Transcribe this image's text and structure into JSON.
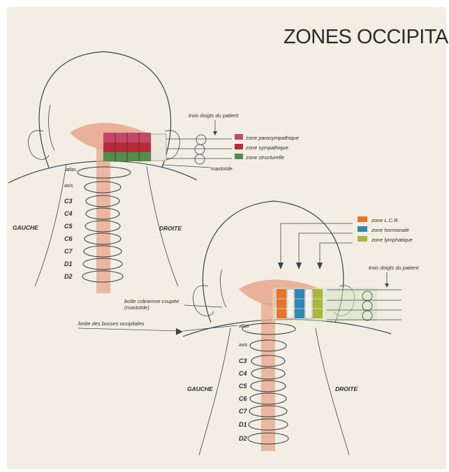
{
  "title": "ZONES OCCIPITALES",
  "colors": {
    "parasympathetic": "#c2486a",
    "sympathetic": "#b82a3a",
    "structural": "#4f8f4a",
    "lcr": "#e8742e",
    "hormonal": "#2f86b8",
    "lymphatic": "#a9b73a",
    "skull_base": "#e9a48c",
    "spinal_cord": "#e9a48c"
  },
  "upper_figure": {
    "side_left": "GAUCHE",
    "side_right": "DROITE",
    "vertebrae": [
      "atlas",
      "axis",
      "C3",
      "C4",
      "C5",
      "C6",
      "C7",
      "D1",
      "D2"
    ],
    "annotation_fingers": "trois doigts du patient",
    "annotation_mastoid": "mastoïde",
    "legend": [
      {
        "label": "zone parasympathique",
        "color_key": "parasympathetic"
      },
      {
        "label": "zone sympathique",
        "color_key": "sympathetic"
      },
      {
        "label": "zone structurelle",
        "color_key": "structural"
      }
    ]
  },
  "lower_figure": {
    "side_left": "GAUCHE",
    "side_right": "DROITE",
    "vertebrae": [
      "atlas",
      "axis",
      "C3",
      "C4",
      "C5",
      "C6",
      "C7",
      "D1",
      "D2"
    ],
    "annotation_fingers": "trois doigts du patient",
    "annotation_cranial_line1": "boîte crânienne coupée",
    "annotation_cranial_line2": "(mastoïde)",
    "annotation_occipital": "limite des bosses occipitales",
    "legend": [
      {
        "label": "zone L.C.R.",
        "color_key": "lcr"
      },
      {
        "label": "zone hormonale",
        "color_key": "hormonal"
      },
      {
        "label": "zone lymphatique",
        "color_key": "lymphatic"
      }
    ]
  }
}
